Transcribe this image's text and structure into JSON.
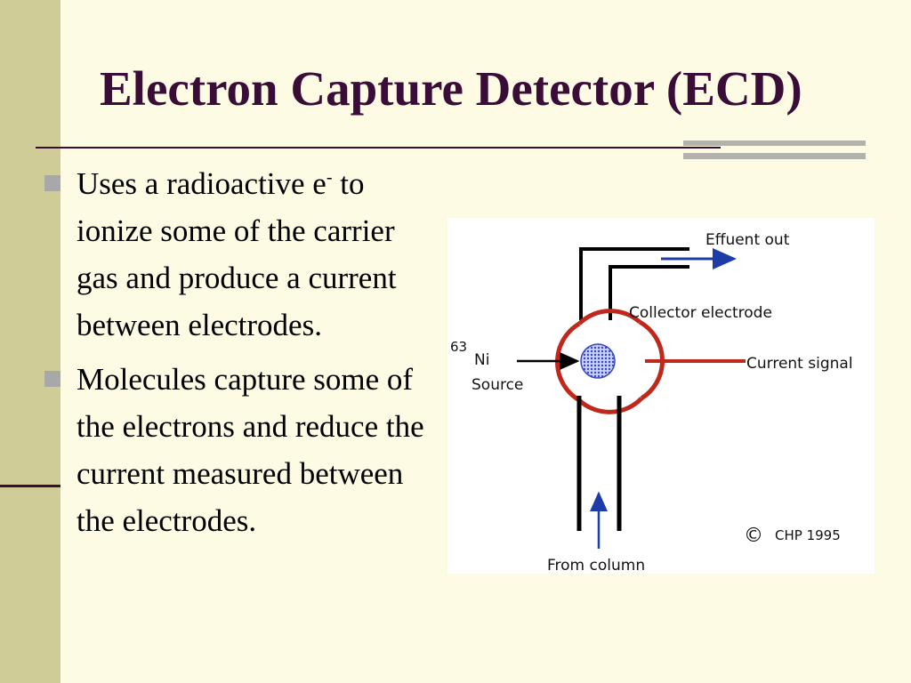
{
  "slide": {
    "title": "Electron Capture Detector (ECD)",
    "bullets": [
      {
        "text": "Uses a radioactive e",
        "sup": "-",
        "text2": " to ionize some of the carrier gas and produce a current between electrodes."
      },
      {
        "text": "Molecules capture some of the electrons and reduce the current measured between the electrodes."
      }
    ]
  },
  "diagram": {
    "labels": {
      "effluent": "Effuent out",
      "collector": "Collector electrode",
      "current": "Current signal",
      "source_mass": "63",
      "source_element": "Ni",
      "source_word": "Source",
      "column": "From column",
      "copyright_symbol": "©",
      "copyright": "CHP 1995"
    },
    "colors": {
      "electrode": "#c0281c",
      "arrow_blue": "#1c3ca8",
      "source_fill": "#8090e0"
    }
  }
}
